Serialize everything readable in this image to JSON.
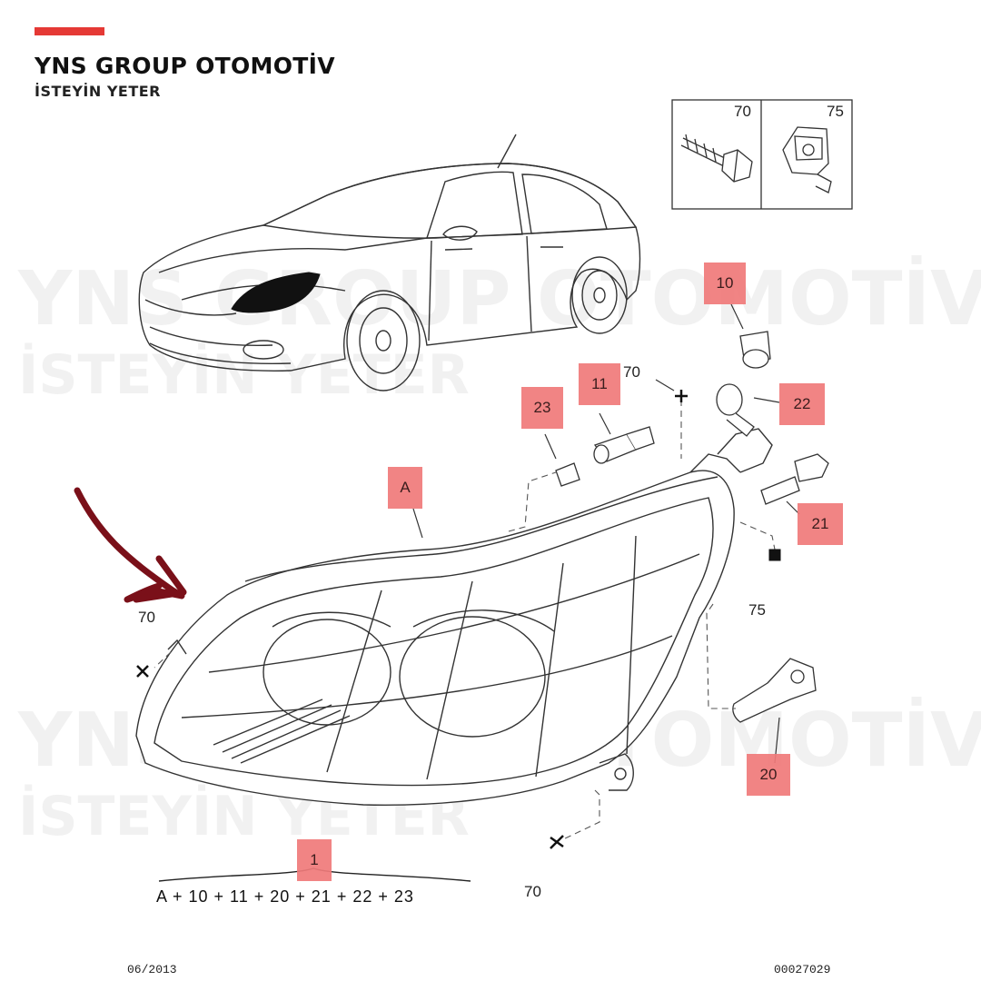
{
  "brand": {
    "title": "YNS GROUP OTOMOTİV",
    "tagline": "İSTEYİN YETER",
    "accent_color": "#e53935"
  },
  "watermark": {
    "brand": "YNS GROUP OTOMOTİV",
    "tagline": "İSTEYİN YETER"
  },
  "inset": {
    "bolt_ref": "70",
    "clip_ref": "75"
  },
  "callouts": {
    "a": "A",
    "c1": "1",
    "c10": "10",
    "c11": "11",
    "c20": "20",
    "c21": "21",
    "c22": "22",
    "c23": "23",
    "color": "#f07a7a"
  },
  "refs": {
    "r70_top": "70",
    "r70_left": "70",
    "r70_bottom": "70",
    "r75": "75"
  },
  "assembly_formula": "A + 10 + 11 + 20 + 21 + 22 + 23",
  "footer": {
    "date": "06/2013",
    "code": "00027029"
  },
  "arrow_color": "#7a1019"
}
